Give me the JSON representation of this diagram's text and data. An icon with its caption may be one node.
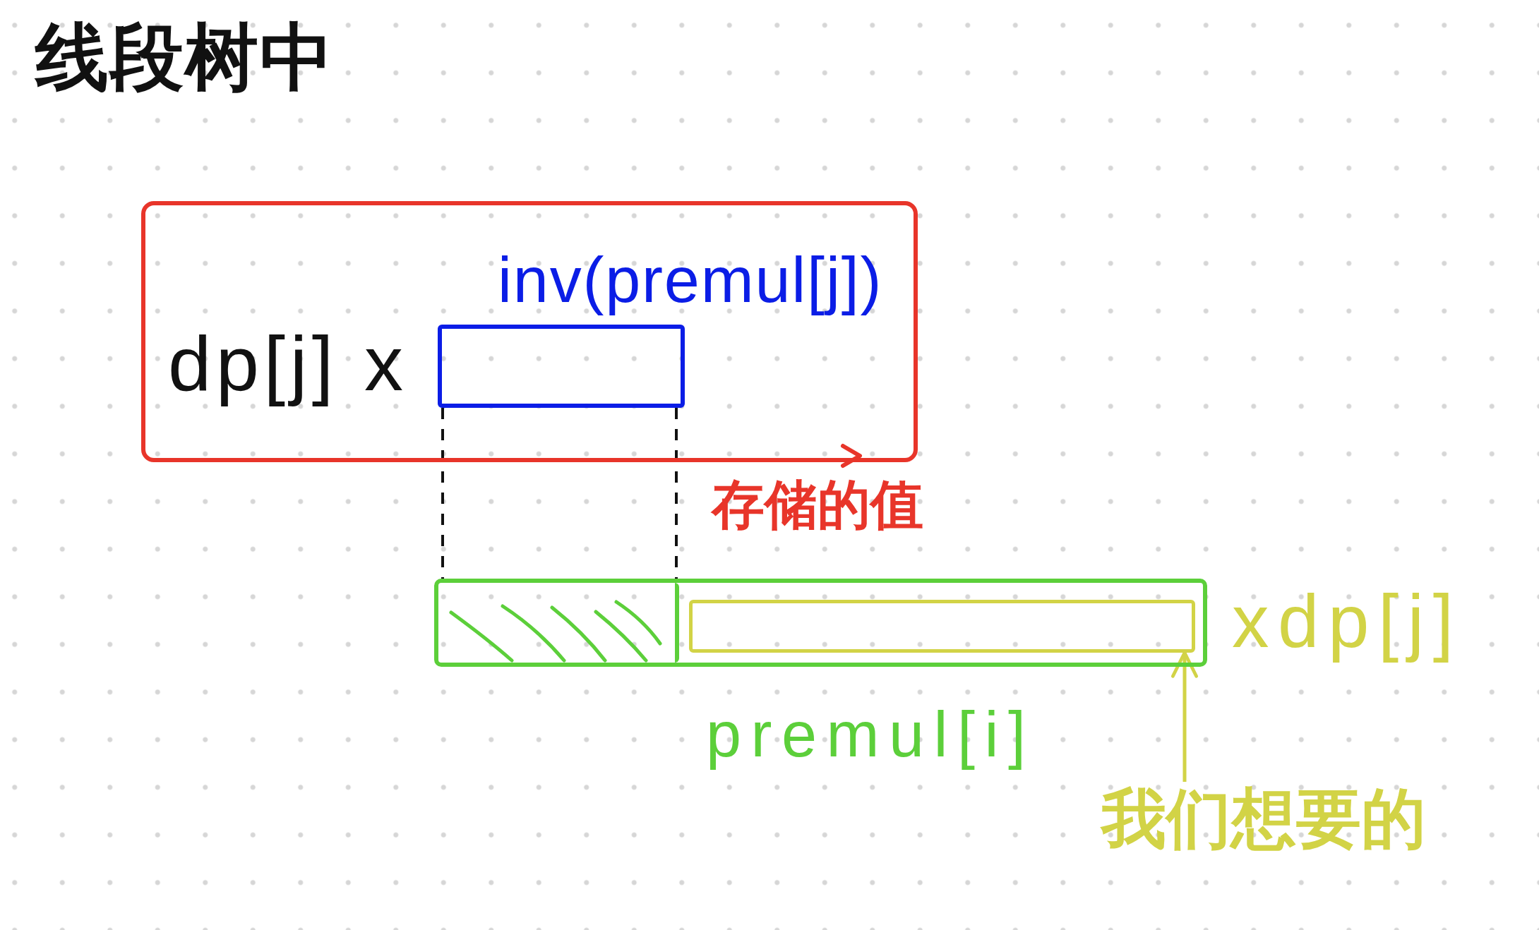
{
  "diagram": {
    "title": "线段树中",
    "nodes": [
      {
        "text": [
          "dp[j] x"
        ],
        "beside": [
          "存储的值"
        ]
      },
      {
        "text": [],
        "shape": "box",
        "in": 0,
        "beside": [
          "inv(premul[j])"
        ]
      },
      {
        "text": [],
        "shape": "bar",
        "beside": [
          "premul[i]"
        ]
      },
      {
        "text": [],
        "shape": "box",
        "in": 2
      },
      {
        "text": [],
        "shape": "box",
        "in": 2,
        "beside": [
          "xdp[j]"
        ]
      },
      {
        "text": [
          "我们想要的"
        ]
      }
    ],
    "edges": [
      {
        "from": 1,
        "to": 3,
        "arrow": "none",
        "style": "dashed"
      },
      {
        "from": 1,
        "to": 3,
        "arrow": "none",
        "style": "dashed"
      },
      {
        "from": 5,
        "to": 4,
        "arrow": "to",
        "color": "#d2d346"
      }
    ]
  }
}
